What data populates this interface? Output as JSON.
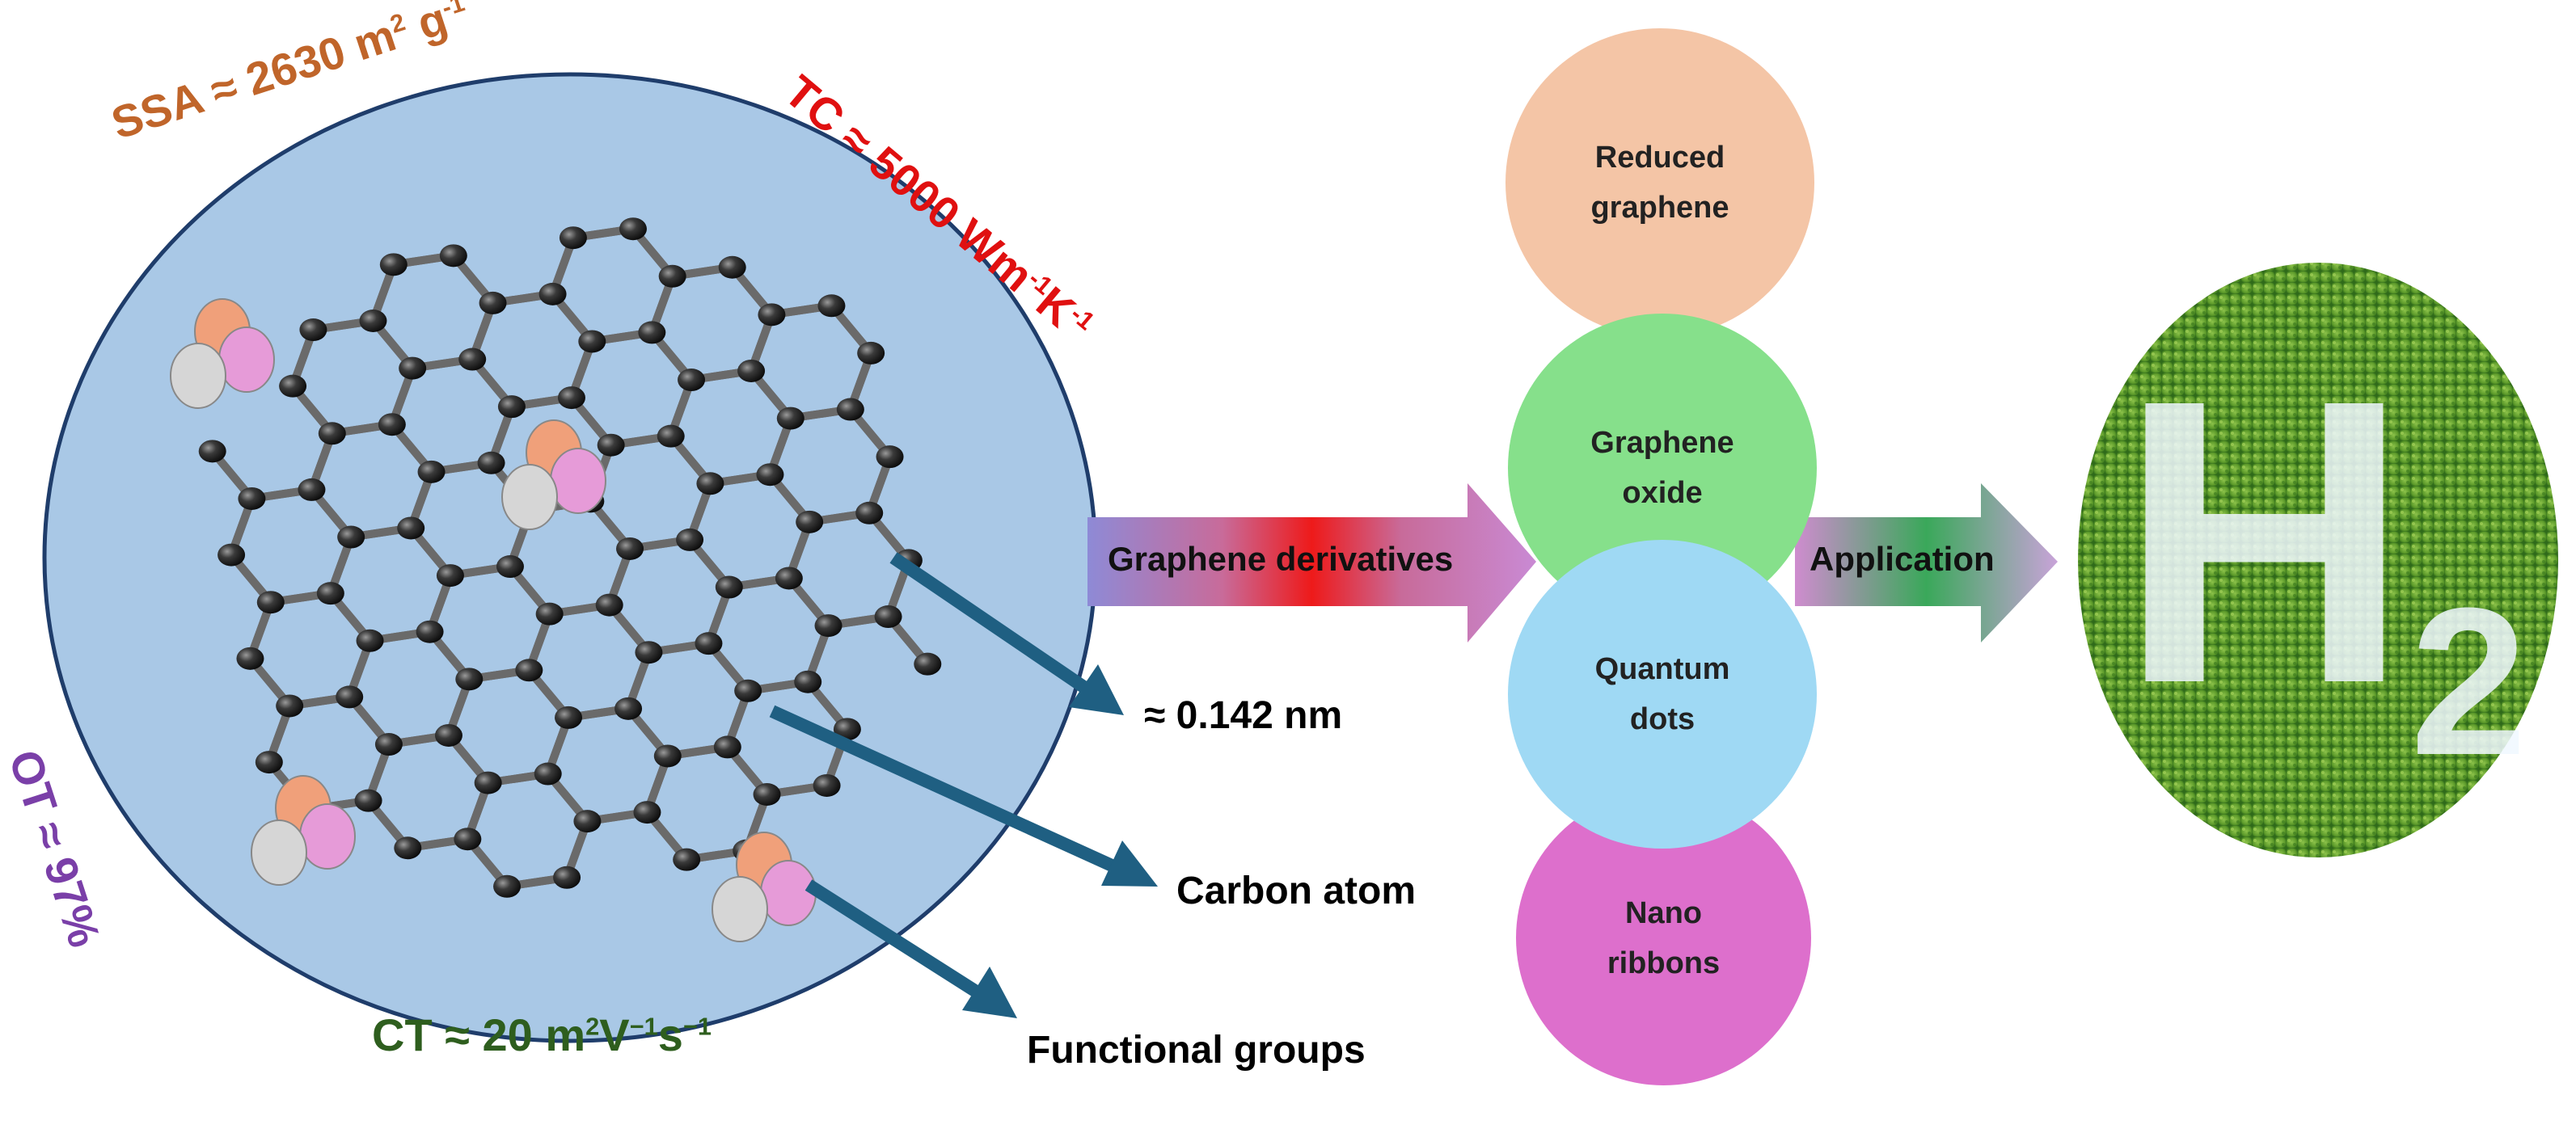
{
  "properties": {
    "ssa": {
      "prefix": "SSA ≈ 2630 m",
      "sup1": "2",
      "mid": " g",
      "sup2": "-1",
      "color": "#c0652a"
    },
    "tc": {
      "prefix": "TC ≈ 5000 Wm",
      "sup1": "-1",
      "mid": "K",
      "sup2": "-1",
      "color": "#e01010"
    },
    "ot": {
      "text": "OT ≈ 97%",
      "color": "#7a3fa8"
    },
    "ct": {
      "prefix": "CT ≈ 20 m",
      "sup1": "2",
      "mid": "V",
      "sup2": "−1",
      "mid2": "s",
      "sup3": "−1",
      "color": "#2e5e1e"
    }
  },
  "callouts": {
    "bond_length": "≈ 0.142 nm",
    "carbon_atom": "Carbon atom",
    "functional_groups": "Functional groups"
  },
  "arrows": {
    "derivatives": "Graphene derivatives",
    "application": "Application"
  },
  "derivatives": [
    {
      "line1": "Reduced",
      "line2": "graphene",
      "color": "#f4c5a6"
    },
    {
      "line1": "Graphene",
      "line2": "oxide",
      "color": "#86e08b"
    },
    {
      "line1": "Quantum",
      "line2": "dots",
      "color": "#9fd9f4"
    },
    {
      "line1": "Nano",
      "line2": "ribbons",
      "color": "#dd6fcc"
    }
  ],
  "application": {
    "symbol": "H",
    "subscript": "2"
  },
  "colors": {
    "disc": "#a9c8e6",
    "disc_border": "#1f3d6b",
    "callout_arrow": "#1f5f82",
    "atom": "#262626",
    "bond": "#6a6a6a",
    "grass": "#5c9a2a"
  }
}
